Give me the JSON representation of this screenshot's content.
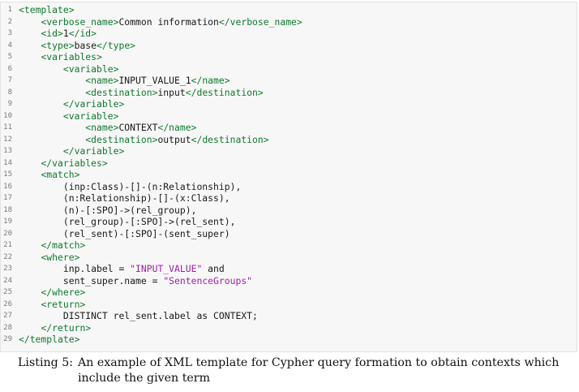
{
  "listing": {
    "lines": [
      {
        "n": "1",
        "segments": [
          {
            "t": "<template>",
            "c": "tag"
          }
        ]
      },
      {
        "n": "2",
        "segments": [
          {
            "t": "    ",
            "c": ""
          },
          {
            "t": "<verbose_name>",
            "c": "tag"
          },
          {
            "t": "Common information",
            "c": ""
          },
          {
            "t": "</verbose_name>",
            "c": "tag"
          }
        ]
      },
      {
        "n": "3",
        "segments": [
          {
            "t": "    ",
            "c": ""
          },
          {
            "t": "<id>",
            "c": "tag"
          },
          {
            "t": "1",
            "c": ""
          },
          {
            "t": "</id>",
            "c": "tag"
          }
        ]
      },
      {
        "n": "4",
        "segments": [
          {
            "t": "    ",
            "c": ""
          },
          {
            "t": "<type>",
            "c": "tag"
          },
          {
            "t": "base",
            "c": ""
          },
          {
            "t": "</type>",
            "c": "tag"
          }
        ]
      },
      {
        "n": "5",
        "segments": [
          {
            "t": "    ",
            "c": ""
          },
          {
            "t": "<variables>",
            "c": "tag"
          }
        ]
      },
      {
        "n": "6",
        "segments": [
          {
            "t": "        ",
            "c": ""
          },
          {
            "t": "<variable>",
            "c": "tag"
          }
        ]
      },
      {
        "n": "7",
        "segments": [
          {
            "t": "            ",
            "c": ""
          },
          {
            "t": "<name>",
            "c": "tag"
          },
          {
            "t": "INPUT_VALUE_1",
            "c": ""
          },
          {
            "t": "</name>",
            "c": "tag"
          }
        ]
      },
      {
        "n": "8",
        "segments": [
          {
            "t": "            ",
            "c": ""
          },
          {
            "t": "<destination>",
            "c": "tag"
          },
          {
            "t": "input",
            "c": ""
          },
          {
            "t": "</destination>",
            "c": "tag"
          }
        ]
      },
      {
        "n": "9",
        "segments": [
          {
            "t": "        ",
            "c": ""
          },
          {
            "t": "</variable>",
            "c": "tag"
          }
        ]
      },
      {
        "n": "10",
        "segments": [
          {
            "t": "        ",
            "c": ""
          },
          {
            "t": "<variable>",
            "c": "tag"
          }
        ]
      },
      {
        "n": "11",
        "segments": [
          {
            "t": "            ",
            "c": ""
          },
          {
            "t": "<name>",
            "c": "tag"
          },
          {
            "t": "CONTEXT",
            "c": ""
          },
          {
            "t": "</name>",
            "c": "tag"
          }
        ]
      },
      {
        "n": "12",
        "segments": [
          {
            "t": "            ",
            "c": ""
          },
          {
            "t": "<destination>",
            "c": "tag"
          },
          {
            "t": "output",
            "c": ""
          },
          {
            "t": "</destination>",
            "c": "tag"
          }
        ]
      },
      {
        "n": "13",
        "segments": [
          {
            "t": "        ",
            "c": ""
          },
          {
            "t": "</variable>",
            "c": "tag"
          }
        ]
      },
      {
        "n": "14",
        "segments": [
          {
            "t": "    ",
            "c": ""
          },
          {
            "t": "</variables>",
            "c": "tag"
          }
        ]
      },
      {
        "n": "15",
        "segments": [
          {
            "t": "    ",
            "c": ""
          },
          {
            "t": "<match>",
            "c": "tag"
          }
        ]
      },
      {
        "n": "16",
        "segments": [
          {
            "t": "        (inp:Class)-[]-(n:Relationship),",
            "c": ""
          }
        ]
      },
      {
        "n": "17",
        "segments": [
          {
            "t": "        (n:Relationship)-[]-(x:Class),",
            "c": ""
          }
        ]
      },
      {
        "n": "18",
        "segments": [
          {
            "t": "        (n)-[:SPO]->(rel_group),",
            "c": ""
          }
        ]
      },
      {
        "n": "19",
        "segments": [
          {
            "t": "        (rel_group)-[:SPO]->(rel_sent),",
            "c": ""
          }
        ]
      },
      {
        "n": "20",
        "segments": [
          {
            "t": "        (rel_sent)-[:SPO]-(sent_super)",
            "c": ""
          }
        ]
      },
      {
        "n": "21",
        "segments": [
          {
            "t": "    ",
            "c": ""
          },
          {
            "t": "</match>",
            "c": "tag"
          }
        ]
      },
      {
        "n": "22",
        "segments": [
          {
            "t": "    ",
            "c": ""
          },
          {
            "t": "<where>",
            "c": "tag"
          }
        ]
      },
      {
        "n": "23",
        "segments": [
          {
            "t": "        inp.label = ",
            "c": ""
          },
          {
            "t": "\"INPUT_VALUE\"",
            "c": "str"
          },
          {
            "t": " and",
            "c": ""
          }
        ]
      },
      {
        "n": "24",
        "segments": [
          {
            "t": "        sent_super.name = ",
            "c": ""
          },
          {
            "t": "\"SentenceGroups\"",
            "c": "str"
          }
        ]
      },
      {
        "n": "25",
        "segments": [
          {
            "t": "    ",
            "c": ""
          },
          {
            "t": "</where>",
            "c": "tag"
          }
        ]
      },
      {
        "n": "26",
        "segments": [
          {
            "t": "    ",
            "c": ""
          },
          {
            "t": "<return>",
            "c": "tag"
          }
        ]
      },
      {
        "n": "27",
        "segments": [
          {
            "t": "        DISTINCT rel_sent.label as CONTEXT;",
            "c": ""
          }
        ]
      },
      {
        "n": "28",
        "segments": [
          {
            "t": "    ",
            "c": ""
          },
          {
            "t": "</return>",
            "c": "tag"
          }
        ]
      },
      {
        "n": "29",
        "segments": [
          {
            "t": "</template>",
            "c": "tag"
          }
        ]
      }
    ]
  },
  "caption": {
    "label": "Listing 5:",
    "text": "An example of XML template for Cypher query formation to obtain contexts which include the given term"
  }
}
